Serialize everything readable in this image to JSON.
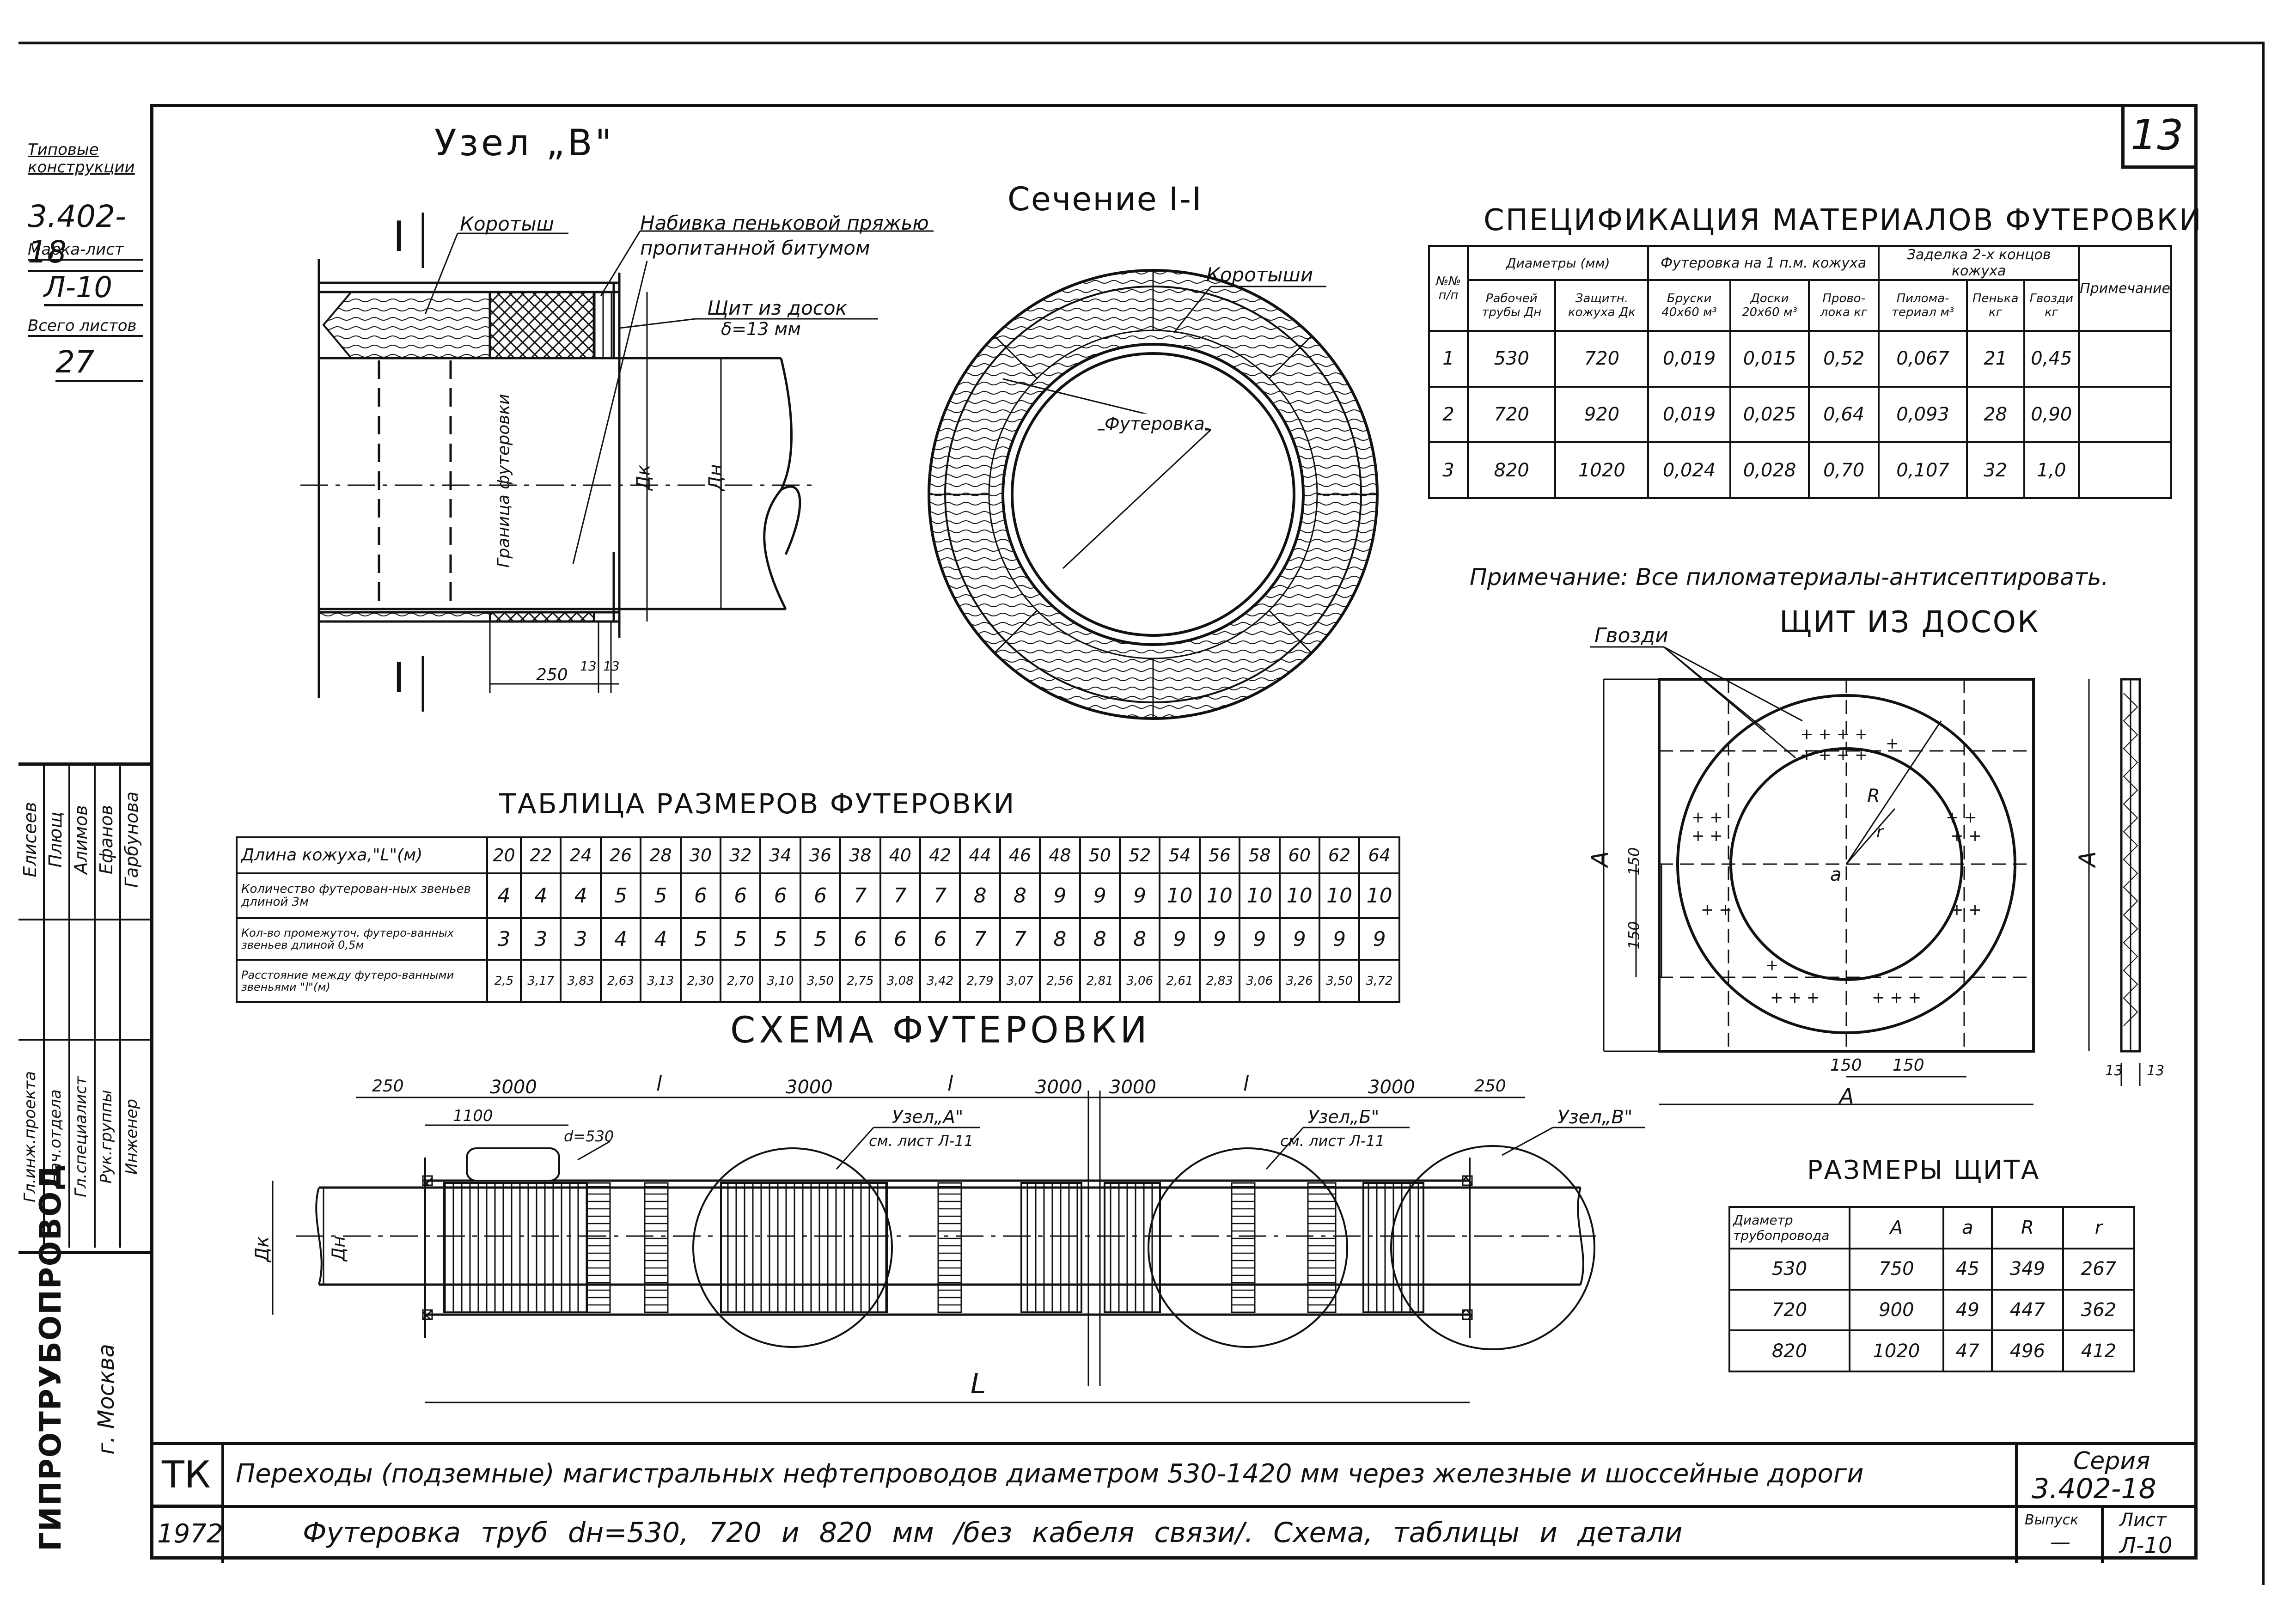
{
  "sheet_number": "13",
  "left_strip": {
    "type_label_1": "Типовые",
    "type_label_2": "конструкции",
    "code": "3.402-18",
    "mark_label": "Марка-лист",
    "mark": "Л-10",
    "total_label": "Всего листов",
    "total": "27"
  },
  "signatures": {
    "roles": [
      "Гл.инж.проекта",
      "Нач.отдела",
      "Гл.специалист",
      "Рук.группы",
      "Инженер"
    ],
    "names": [
      "Елисеев",
      "Плющ",
      "Алимов",
      "Ефанов",
      "Гарбунова"
    ]
  },
  "org": {
    "name": "ГИПРОТРУБОПРОВОД",
    "city": "г. Москва"
  },
  "node_b": {
    "title": "Узел „В\"",
    "label_korotysh": "Коротыш",
    "label_nabivka_1": "Набивка пеньковой пряжью",
    "label_nabivka_2": "пропитанной битумом",
    "label_shchit_1": "Щит из досок",
    "label_shchit_2": "δ=13 мм",
    "label_granitsa": "Граница футеровки",
    "dim_dk": "Дк",
    "dim_dn": "Дн",
    "dim_250": "250",
    "dim_13a": "13",
    "dim_13b": "13",
    "section_mark": "I"
  },
  "section": {
    "title": "Сечение I-I",
    "label_korotysh": "Коротыши",
    "label_futerovka": "Футеровка"
  },
  "spec": {
    "title": "СПЕЦИФИКАЦИЯ МАТЕРИАЛОВ ФУТЕРОВКИ",
    "h_num": "№№ п/п",
    "h_diam": "Диаметры (мм)",
    "h_diam_work": "Рабочей трубы Дн",
    "h_diam_prot": "Защитн. кожуха Дк",
    "h_fut": "Футеровка на 1 п.м. кожуха",
    "h_bruski": "Бруски 40х60 м³",
    "h_doski": "Доски 20х60 м³",
    "h_provoloka": "Прово-лока кг",
    "h_zadelka": "Заделка 2-х концов кожуха",
    "h_pilomat": "Пилома-териал м³",
    "h_penka": "Пенька кг",
    "h_gvozdi": "Гвозди кг",
    "h_note": "Примечание",
    "rows": [
      [
        "1",
        "530",
        "720",
        "0,019",
        "0,015",
        "0,52",
        "0,067",
        "21",
        "0,45",
        ""
      ],
      [
        "2",
        "720",
        "920",
        "0,019",
        "0,025",
        "0,64",
        "0,093",
        "28",
        "0,90",
        ""
      ],
      [
        "3",
        "820",
        "1020",
        "0,024",
        "0,028",
        "0,70",
        "0,107",
        "32",
        "1,0",
        ""
      ]
    ],
    "note": "Примечание: Все пиломатериалы-антисептировать."
  },
  "shield": {
    "title": "ЩИТ ИЗ ДОСОК",
    "label_gvozdi": "Гвозди",
    "dim_A": "А",
    "dim_150": "150",
    "dim_R": "R",
    "dim_r": "r",
    "dim_a": "a",
    "dim_13": "13"
  },
  "dims_table": {
    "title": "ТАБЛИЦА РАЗМЕРОВ ФУТЕРОВКИ",
    "row_labels": [
      "Длина кожуха,\"L\"(м)",
      "Количество футерован-ных звеньев длиной 3м",
      "Кол-во промежуточ. футеро-ванных звеньев длиной 0,5м",
      "Расстояние между футеро-ванными звеньями \"l\"(м)"
    ],
    "lengths": [
      "20",
      "22",
      "24",
      "26",
      "28",
      "30",
      "32",
      "34",
      "36",
      "38",
      "40",
      "42",
      "44",
      "46",
      "48",
      "50",
      "52",
      "54",
      "56",
      "58",
      "60",
      "62",
      "64"
    ],
    "count3m": [
      "4",
      "4",
      "4",
      "5",
      "5",
      "6",
      "6",
      "6",
      "6",
      "7",
      "7",
      "7",
      "8",
      "8",
      "9",
      "9",
      "9",
      "10",
      "10",
      "10",
      "10",
      "10",
      "10"
    ],
    "count05m": [
      "3",
      "3",
      "3",
      "4",
      "4",
      "5",
      "5",
      "5",
      "5",
      "6",
      "6",
      "6",
      "7",
      "7",
      "8",
      "8",
      "8",
      "9",
      "9",
      "9",
      "9",
      "9",
      "9"
    ],
    "distance": [
      "2,5",
      "3,17",
      "3,83",
      "2,63",
      "3,13",
      "2,30",
      "2,70",
      "3,10",
      "3,50",
      "2,75",
      "3,08",
      "3,42",
      "2,79",
      "3,07",
      "2,56",
      "2,81",
      "3,06",
      "2,61",
      "2,83",
      "3,06",
      "3,26",
      "3,50",
      "3,72"
    ]
  },
  "scheme": {
    "title": "СХЕМА ФУТЕРОВКИ",
    "dims": [
      "250",
      "3000",
      "l",
      "3000",
      "l",
      "3000",
      "3000",
      "l",
      "3000",
      "250"
    ],
    "dim_1100": "1100",
    "dim_d530": "d=530",
    "node_a_1": "Узел„А\"",
    "node_a_2": "см. лист Л-11",
    "node_b_1": "Узел„Б\"",
    "node_b_2": "см. лист Л-11",
    "node_v": "Узел„В\"",
    "dim_dk": "Дк",
    "dim_dn": "Дн",
    "dim_L": "L"
  },
  "shield_sizes": {
    "title": "РАЗМЕРЫ ЩИТА",
    "h_diam": "Диаметр трубопровода",
    "h_A": "А",
    "h_a": "a",
    "h_R": "R",
    "h_r": "r",
    "rows": [
      [
        "530",
        "750",
        "45",
        "349",
        "267"
      ],
      [
        "720",
        "900",
        "49",
        "447",
        "362"
      ],
      [
        "820",
        "1020",
        "47",
        "496",
        "412"
      ]
    ]
  },
  "stamp": {
    "tk": "ТК",
    "year": "1972",
    "title_1": "Переходы (подземные) магистральных нефтепроводов диаметром 530-1420 мм через железные и шоссейные дороги",
    "title_2": "Футеровка труб dн=530, 720 и 820 мм /без кабеля связи/. Схема, таблицы и детали",
    "series_label": "Серия",
    "series": "3.402-18",
    "issue_label": "Выпуск",
    "issue": "—",
    "sheet_label": "Лист",
    "sheet": "Л-10"
  }
}
